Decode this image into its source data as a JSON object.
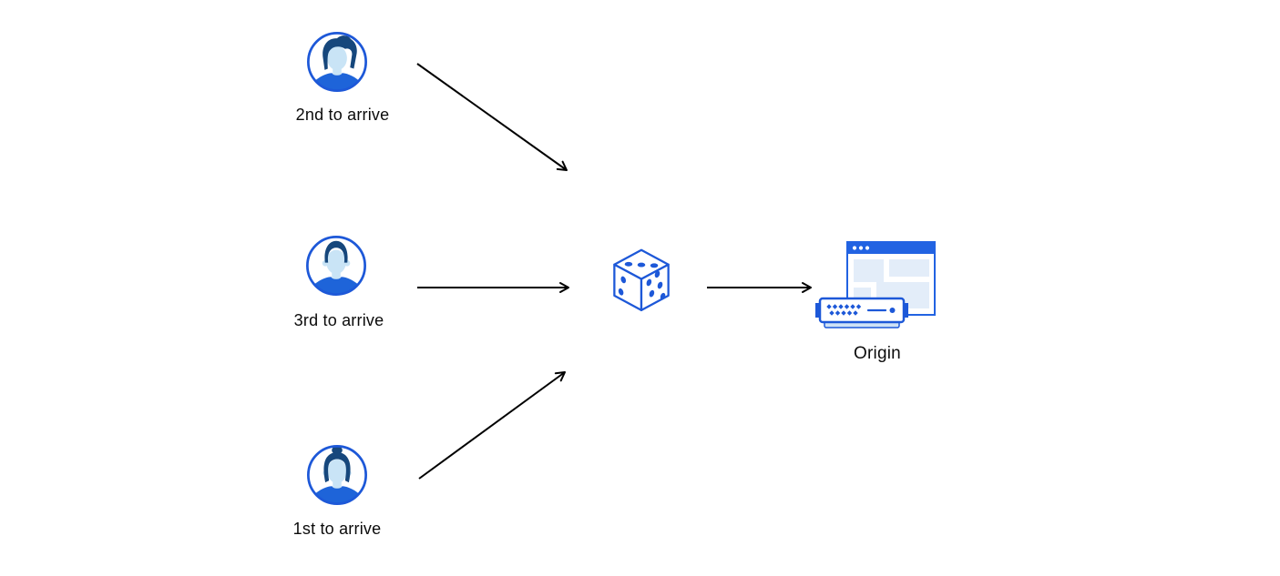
{
  "diagram": {
    "clients": [
      {
        "id": "client-2nd",
        "label": "2nd to arrive",
        "icon": "user-avatar-man-pompadour-icon"
      },
      {
        "id": "client-3rd",
        "label": "3rd to arrive",
        "icon": "user-avatar-man-short-hair-icon"
      },
      {
        "id": "client-1st",
        "label": "1st to arrive",
        "icon": "user-avatar-woman-bun-icon"
      }
    ],
    "router": {
      "icon": "dice-icon"
    },
    "origin": {
      "label": "Origin",
      "icon": "origin-server-icon"
    },
    "colors": {
      "background": "#ffffff",
      "accent_blue": "#1d58d8",
      "titlebar_blue": "#2263e2",
      "hair_navy": "#16477c",
      "shirt_blue": "#1e64d9",
      "skin_light_blue": "#c9e4f6",
      "panel_light_blue": "#e3edf9",
      "server_base_blue": "#cfe2f6",
      "arrow_black": "#000000"
    }
  }
}
